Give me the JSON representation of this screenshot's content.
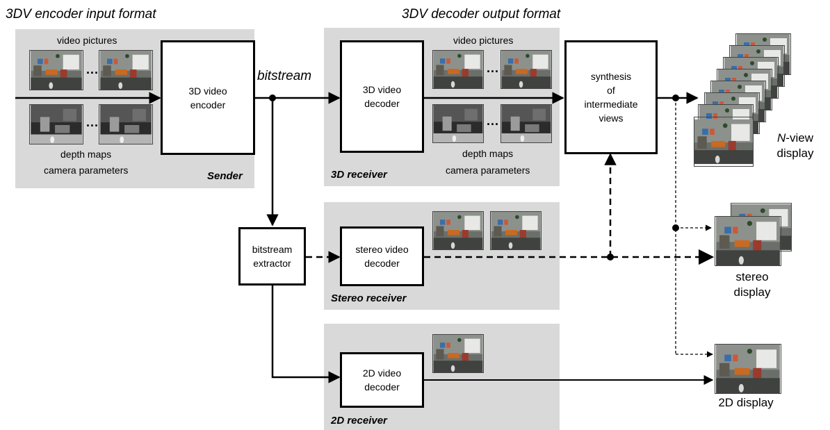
{
  "headings": {
    "encoder_input_format": "3DV encoder input format",
    "decoder_output_format": "3DV decoder output format"
  },
  "sender": {
    "video_pictures": "video pictures",
    "depth_maps": "depth maps",
    "camera_parameters": "camera parameters",
    "encoder": "3D video\nencoder",
    "panel_label": "Sender",
    "ellipsis": "..."
  },
  "bitstream_label": "bitstream",
  "receiver_3d": {
    "decoder": "3D video\ndecoder",
    "video_pictures": "video pictures",
    "depth_maps": "depth maps",
    "camera_parameters": "camera parameters",
    "panel_label": "3D receiver",
    "ellipsis": "..."
  },
  "synthesis": "synthesis\nof\nintermediate\nviews",
  "extractor": "bitstream\nextractor",
  "receiver_stereo": {
    "decoder": "stereo video\ndecoder",
    "panel_label": "Stereo receiver"
  },
  "receiver_2d": {
    "decoder": "2D video\ndecoder",
    "panel_label": "2D receiver"
  },
  "displays": {
    "nview_n": "N",
    "nview_suffix": "-view",
    "nview_display": "display",
    "stereo": "stereo",
    "stereo_display": "display",
    "twod": "2D display"
  },
  "colors": {
    "panel": "#d9d9d9",
    "box_border": "#000000",
    "line": "#000000"
  }
}
